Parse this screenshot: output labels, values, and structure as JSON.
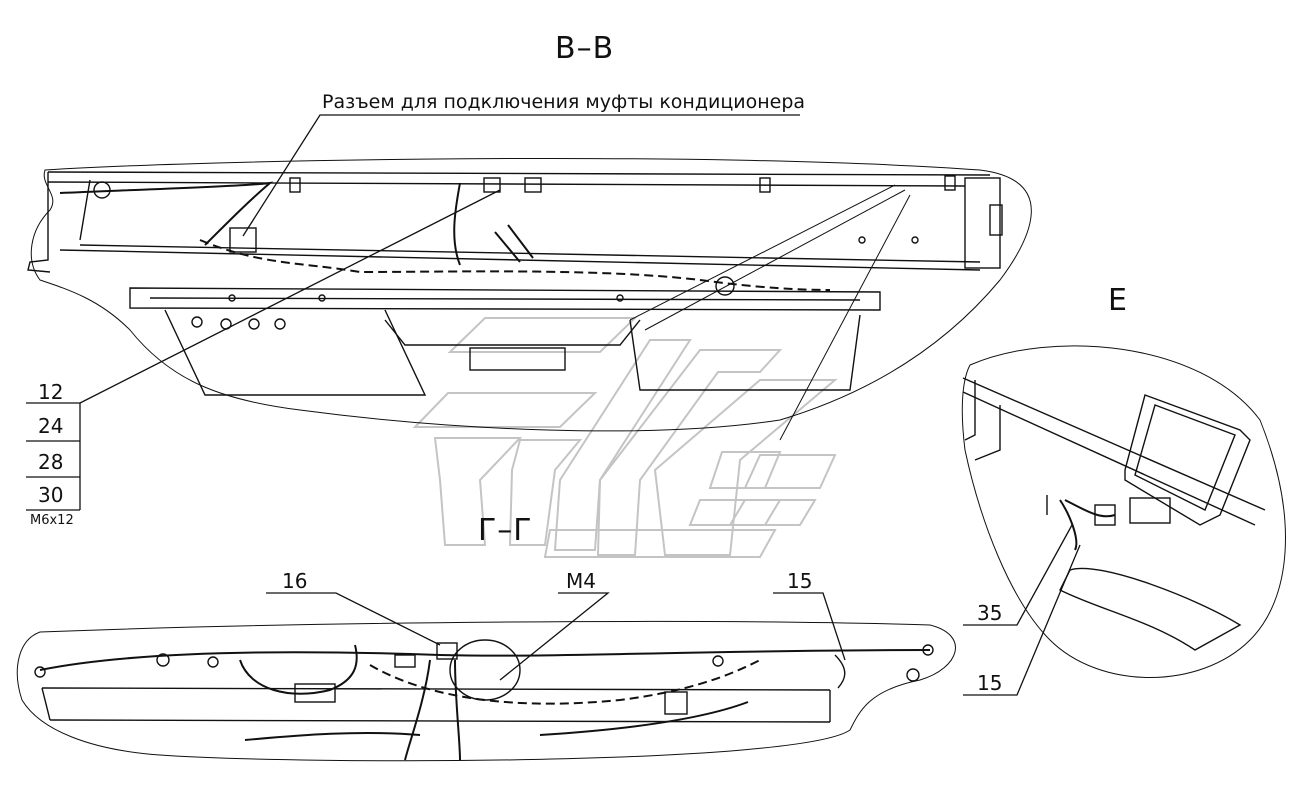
{
  "views": {
    "bb": {
      "title": "В–В",
      "note": "Разъем для подключения муфты кондиционера",
      "parts": [
        "12",
        "24",
        "28",
        "30"
      ],
      "bolt": "М6х12"
    },
    "gg": {
      "title": "Г–Г",
      "callouts": [
        "16",
        "М4",
        "15"
      ]
    },
    "e": {
      "title": "Е",
      "callouts": [
        "35",
        "15"
      ]
    }
  },
  "colors": {
    "line": "#111111",
    "watermark": "#c8c8c8"
  }
}
